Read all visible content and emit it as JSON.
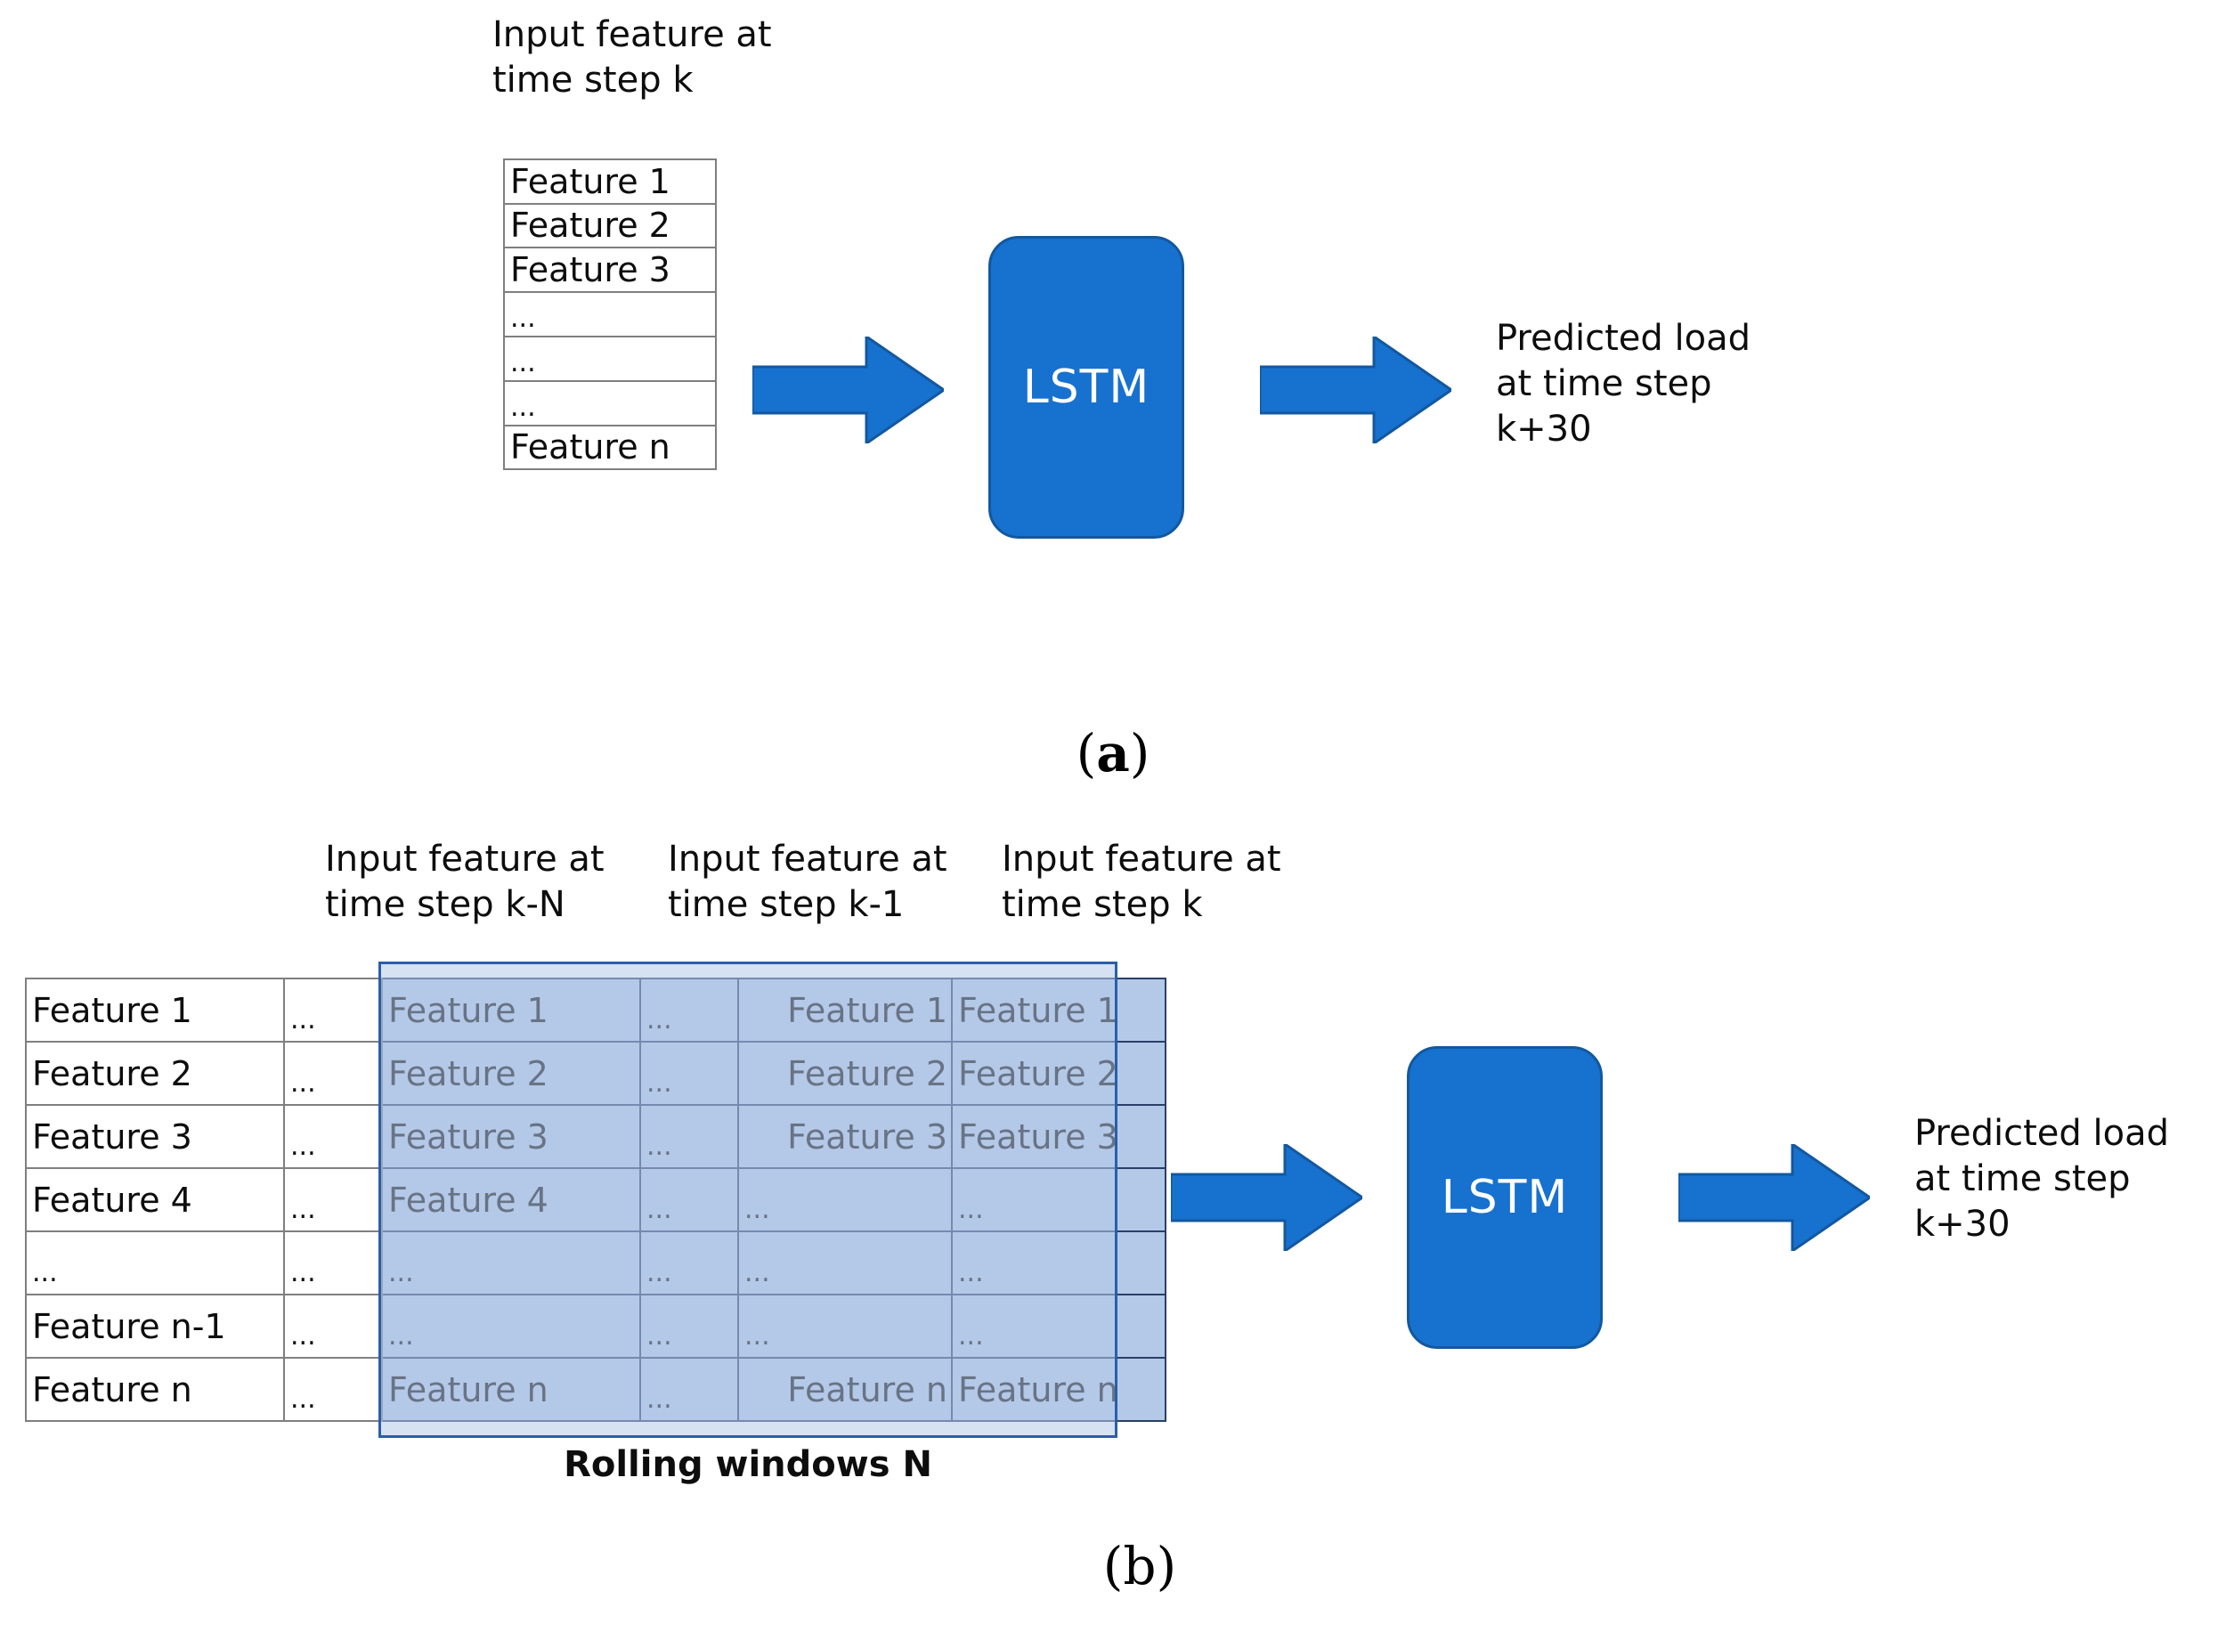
{
  "figure": {
    "accent_blue": "#1771CE",
    "accent_blue_border": "#13589f",
    "highlight_fill": "#b4c8e8",
    "highlight_border": "#2a5fa8",
    "table_border": "#7f7f7f",
    "text_color": "#0d0d0d"
  },
  "panel_a": {
    "letter": "a",
    "letter_open_paren": "(",
    "letter_close_paren": ")",
    "input_caption": "Input feature at\ntime step k",
    "table_rows": [
      "Feature 1",
      "Feature 2",
      "Feature 3",
      "...",
      "...",
      "...",
      "Feature n"
    ],
    "lstm_label": "LSTM",
    "output_caption": "Predicted load\nat time step\nk+30"
  },
  "panel_b": {
    "letter": "b",
    "letter_open_paren": "(",
    "letter_close_paren": ")",
    "column_captions": [
      "Input feature at\ntime step k-N",
      "Input feature at\ntime step k-1",
      "Input feature at\ntime step k"
    ],
    "rolling_label": "Rolling windows N",
    "lstm_label": "LSTM",
    "output_caption": "Predicted load\nat time step\nk+30",
    "table": {
      "column_count": 6,
      "highlighted_columns": [
        2,
        3,
        4,
        5
      ],
      "rows": [
        [
          "Feature 1",
          "...",
          "Feature 1",
          "...",
          "Feature 1",
          "Feature 1"
        ],
        [
          "Feature 2",
          "...",
          "Feature 2",
          "...",
          "Feature 2",
          "Feature 2"
        ],
        [
          "Feature 3",
          "...",
          "Feature 3",
          "...",
          "Feature 3",
          "Feature 3"
        ],
        [
          "Feature 4",
          "...",
          "Feature 4",
          "...",
          "...",
          "..."
        ],
        [
          "...",
          "...",
          "...",
          "...",
          "...",
          "..."
        ],
        [
          "Feature n-1",
          "...",
          "...",
          "...",
          "...",
          "..."
        ],
        [
          "Feature n",
          "...",
          "Feature n",
          "...",
          "Feature n",
          "Feature n"
        ]
      ]
    }
  }
}
